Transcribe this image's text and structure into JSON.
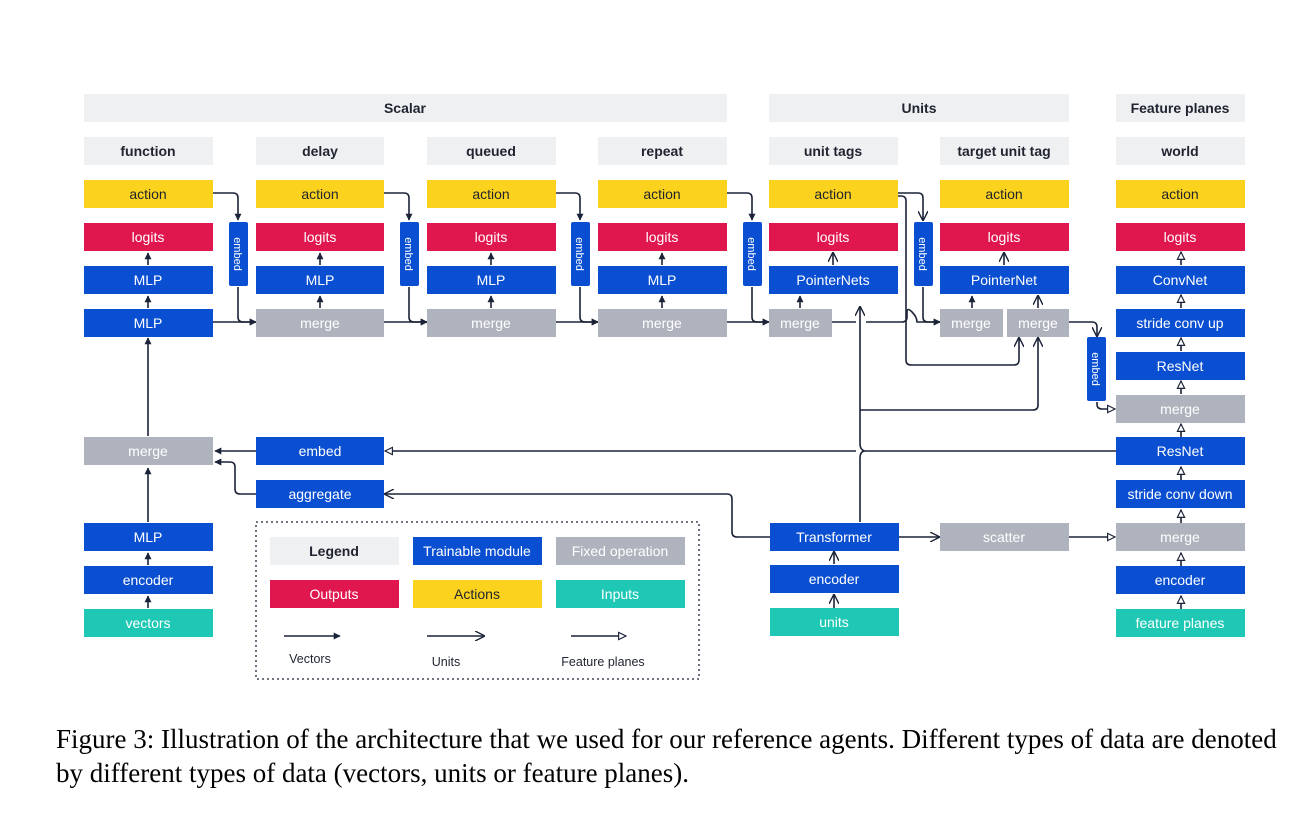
{
  "colors": {
    "trainable": "#0a4fd1",
    "fixed": "#aeb3bd",
    "output": "#e0174f",
    "action": "#fbd21e",
    "input": "#1ec8b4",
    "header": "#eef0f1",
    "line": "#1b2338"
  },
  "groups": {
    "scalar": "Scalar",
    "units": "Units",
    "feature_planes": "Feature planes"
  },
  "heads": {
    "function": "function",
    "delay": "delay",
    "queued": "queued",
    "repeat": "repeat",
    "unit_tags": "unit tags",
    "target_unit_tag": "target unit tag",
    "world": "world"
  },
  "labels": {
    "action": "action",
    "logits": "logits",
    "mlp": "MLP",
    "merge": "merge",
    "embed": "embed",
    "pointer_nets": "PointerNets",
    "pointer_net": "PointerNet",
    "conv_net": "ConvNet",
    "stride_conv_up": "stride conv up",
    "res_net": "ResNet",
    "stride_conv_down": "stride conv down",
    "encoder": "encoder",
    "vectors": "vectors",
    "units": "units",
    "feature_planes": "feature planes",
    "aggregate": "aggregate",
    "transformer": "Transformer",
    "scatter": "scatter"
  },
  "legend": {
    "title": "Legend",
    "trainable": "Trainable module",
    "fixed": "Fixed operation",
    "outputs": "Outputs",
    "actions": "Actions",
    "inputs": "Inputs",
    "vectors": "Vectors",
    "units": "Units",
    "feature_planes": "Feature planes"
  },
  "caption": "Figure 3: Illustration of the architecture that we used for our reference agents. Different types of data are denoted by different types of data (vectors, units or feature planes)."
}
